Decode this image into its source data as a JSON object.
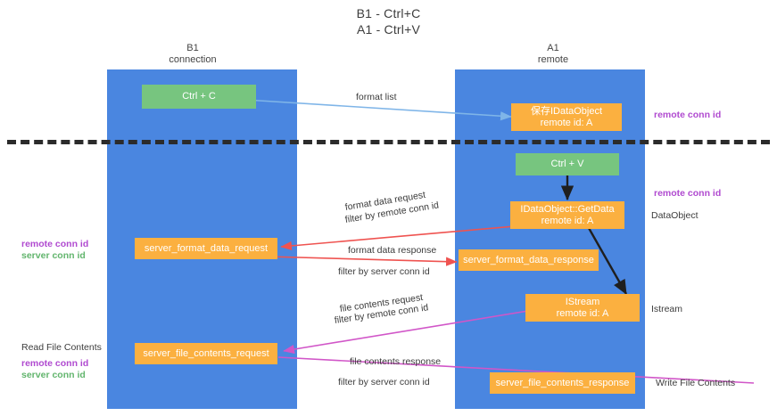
{
  "title": {
    "line1": "B1 - Ctrl+C",
    "line2": "A1 - Ctrl+V"
  },
  "columns": [
    {
      "name": "B1",
      "sub": "connection"
    },
    {
      "name": "A1",
      "sub": "remote"
    }
  ],
  "boxes": {
    "ctrl_c": {
      "line1": "Ctrl + C",
      "line2": "",
      "color": "#77c57f"
    },
    "save_idataobject": {
      "line1": "保存IDataObject",
      "line2": "remote id: A",
      "color": "#fbb040"
    },
    "ctrl_v": {
      "line1": "Ctrl + V",
      "line2": "",
      "color": "#77c57f"
    },
    "idataobject_getdata": {
      "line1": "IDataObject::GetData",
      "line2": "remote id: A",
      "color": "#fbb040"
    },
    "server_format_data_request": {
      "line1": "server_format_data_request",
      "line2": "",
      "color": "#fbb040"
    },
    "server_format_data_response": {
      "line1": "server_format_data_response",
      "line2": "",
      "color": "#fbb040"
    },
    "istream": {
      "line1": "IStream",
      "line2": "remote id: A",
      "color": "#fbb040"
    },
    "server_file_contents_request": {
      "line1": "server_file_contents_request",
      "line2": "",
      "color": "#fbb040"
    },
    "server_file_contents_response": {
      "line1": "server_file_contents_response",
      "line2": "",
      "color": "#fbb040"
    }
  },
  "edge_labels": {
    "format_list": "format list",
    "format_data_request": "format data request",
    "format_data_request_filter_prefix": "filter by ",
    "format_data_request_filter_key": "remote conn id",
    "format_data_response": "format data response",
    "format_data_response_filter_prefix": "filter by ",
    "format_data_response_filter_key": "server conn id",
    "file_contents_request": "file contents request",
    "file_contents_request_filter_prefix": "filter by ",
    "file_contents_request_filter_key": "remote conn id",
    "file_contents_response": "file contents response",
    "file_contents_response_filter_prefix": "filter by ",
    "file_contents_response_filter_key": "server conn id"
  },
  "annotations": {
    "right_remote_conn_id_top": "remote conn id",
    "right_remote_conn_id_mid": "remote conn id",
    "right_dataobject": "DataObject",
    "right_istream": "Istream",
    "right_write_file_contents": "Write File Contents",
    "left_remote_conn_id_mid": "remote conn id",
    "left_server_conn_id_mid": "server conn id",
    "left_read_file_contents": "Read File Contents",
    "left_remote_conn_id_bottom": "remote conn id",
    "left_server_conn_id_bottom": "server conn id"
  },
  "colors": {
    "lane": "#4a86e0",
    "green_box": "#77c57f",
    "orange_box": "#fbb040",
    "purple_text": "#b04ad0",
    "green_text": "#62b56d",
    "magenta_text": "#c3379c",
    "red_arrow": "#ef5350",
    "blue_arrow": "#7fb5e8",
    "pink_arrow": "#d156c8",
    "black_arrow": "#1f1f1f",
    "dash_separator": "#2b2b2b"
  }
}
